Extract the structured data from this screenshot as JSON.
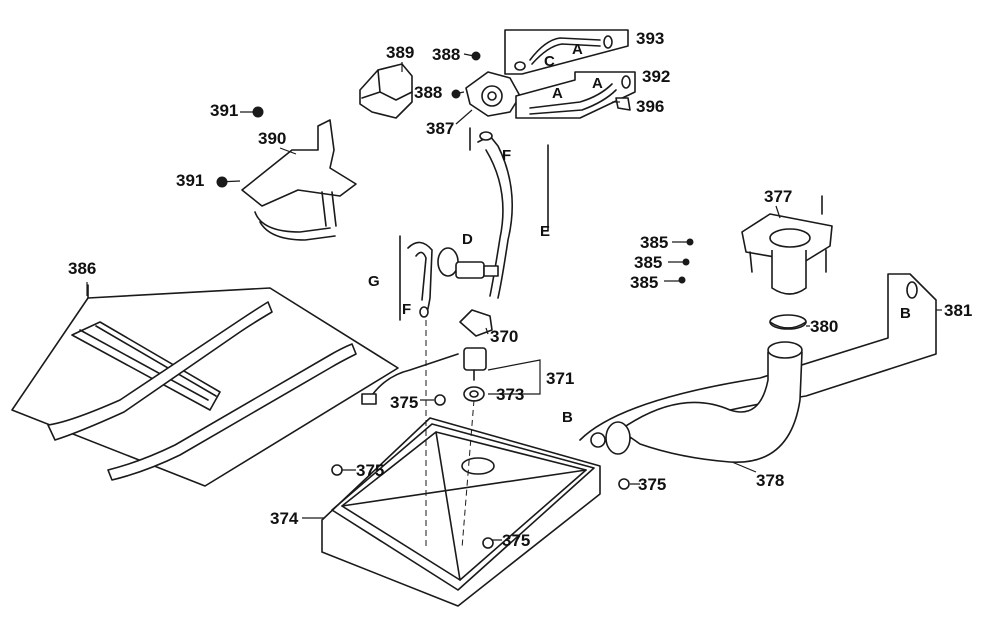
{
  "part_labels": {
    "p386": "386",
    "p389": "389",
    "p388a": "388",
    "p388b": "388",
    "p391a": "391",
    "p391b": "391",
    "p390": "390",
    "p387": "387",
    "p393": "393",
    "p392": "392",
    "p396": "396",
    "p377": "377",
    "p385a": "385",
    "p385b": "385",
    "p385c": "385",
    "p381": "381",
    "p380": "380",
    "p370": "370",
    "p371": "371",
    "p373": "373",
    "p375a": "375",
    "p375b": "375",
    "p375c": "375",
    "p375d": "375",
    "p374": "374",
    "p378": "378"
  },
  "connector_letters": {
    "a1": "A",
    "a2": "A",
    "a3": "A",
    "c1": "C",
    "b1": "B",
    "b2": "B",
    "d1": "D",
    "e1": "E",
    "f1": "F",
    "f2": "F",
    "g1": "G"
  }
}
